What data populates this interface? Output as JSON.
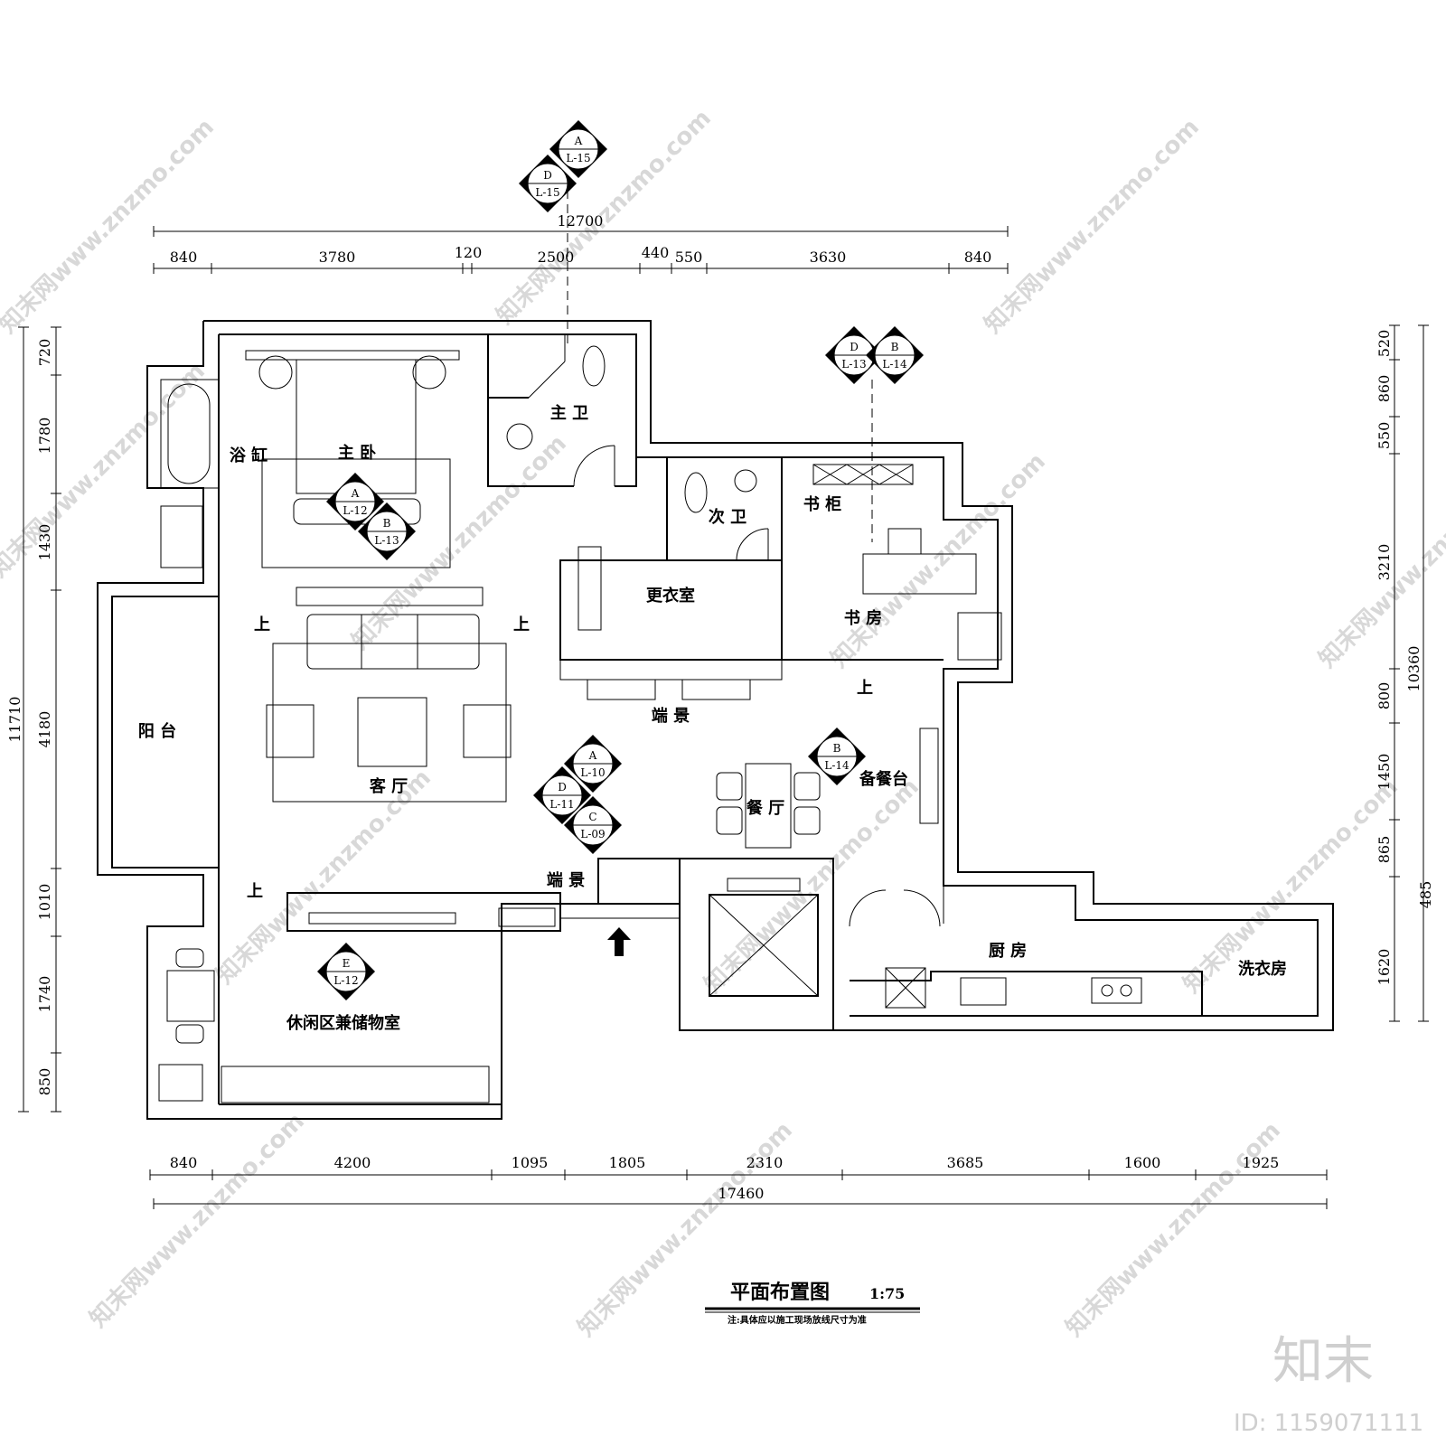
{
  "drawing": {
    "title": "平面布置图",
    "scale": "1:75",
    "note": "注:具体应以施工现场放线尺寸为准"
  },
  "rooms": {
    "master_bedroom": "主 卧",
    "master_bath": "主 卫",
    "bathtub": "浴 缸",
    "second_bath": "次 卫",
    "bookcase": "书 柜",
    "study": "书 房",
    "walkin_closet": "更衣室",
    "balcony": "阳 台",
    "living_room": "客 厅",
    "feature_wall_top": "端 景",
    "feature_wall_bottom": "端 景",
    "dining_room": "餐 厅",
    "sideboard": "备餐台",
    "kitchen": "厨 房",
    "laundry": "洗衣房",
    "leisure_storage": "休闲区兼储物室"
  },
  "step_marks": [
    "上",
    "上",
    "上",
    "上"
  ],
  "dimensions": {
    "top_total": "12700",
    "top_segments": [
      "840",
      "3780",
      "120",
      "2500",
      "440",
      "550",
      "3630",
      "840"
    ],
    "bottom_total": "17460",
    "bottom_segments": [
      "840",
      "4200",
      "1095",
      "1805",
      "2310",
      "3685",
      "1600",
      "1925"
    ],
    "left_total": "11710",
    "left_segments": [
      "720",
      "1780",
      "1430",
      "4180",
      "1010",
      "1740",
      "850"
    ],
    "right_total": "10360",
    "right_segments": [
      "520",
      "860",
      "550",
      "3210",
      "800",
      "1450",
      "865",
      "1620"
    ],
    "right_extra": "485"
  },
  "section_tags": [
    {
      "letter": "A",
      "ref": "L-15"
    },
    {
      "letter": "D",
      "ref": "L-15"
    },
    {
      "letter": "D",
      "ref": "L-13"
    },
    {
      "letter": "B",
      "ref": "L-14"
    },
    {
      "letter": "A",
      "ref": "L-12"
    },
    {
      "letter": "B",
      "ref": "L-13"
    },
    {
      "letter": "A",
      "ref": "L-10"
    },
    {
      "letter": "D",
      "ref": "L-11"
    },
    {
      "letter": "C",
      "ref": "L-09"
    },
    {
      "letter": "B",
      "ref": "L-14"
    },
    {
      "letter": "E",
      "ref": "L-12"
    }
  ],
  "watermark": {
    "text": "知末网www.znzmo.com",
    "logo": "知末",
    "id": "ID: 1159071111"
  }
}
